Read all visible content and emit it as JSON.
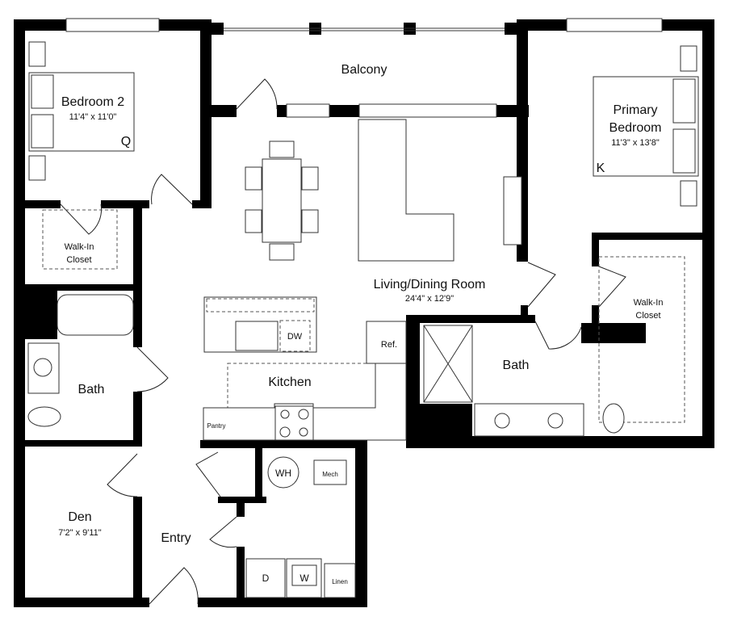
{
  "rooms": {
    "bedroom2": {
      "name": "Bedroom 2",
      "dims": "11'4\" x 11'0\"",
      "bed": "Q"
    },
    "balcony": {
      "name": "Balcony"
    },
    "primary": {
      "name_line1": "Primary",
      "name_line2": "Bedroom",
      "dims": "11'3\" x 13'8\"",
      "bed": "K"
    },
    "walkin1": {
      "line1": "Walk-In",
      "line2": "Closet"
    },
    "walkin2": {
      "line1": "Walk-In",
      "line2": "Closet"
    },
    "living": {
      "name": "Living/Dining Room",
      "dims": "24'4\" x 12'9\""
    },
    "kitchen": {
      "name": "Kitchen"
    },
    "bath1": {
      "name": "Bath"
    },
    "bath2": {
      "name": "Bath"
    },
    "den": {
      "name": "Den",
      "dims": "7'2\" x 9'11\""
    },
    "entry": {
      "name": "Entry"
    }
  },
  "fixtures": {
    "dishwasher": "DW",
    "fridge": "Ref.",
    "pantry": "Pantry",
    "water_heater": "WH",
    "mech": "Mech",
    "dryer": "D",
    "washer": "W",
    "linen": "Linen"
  }
}
